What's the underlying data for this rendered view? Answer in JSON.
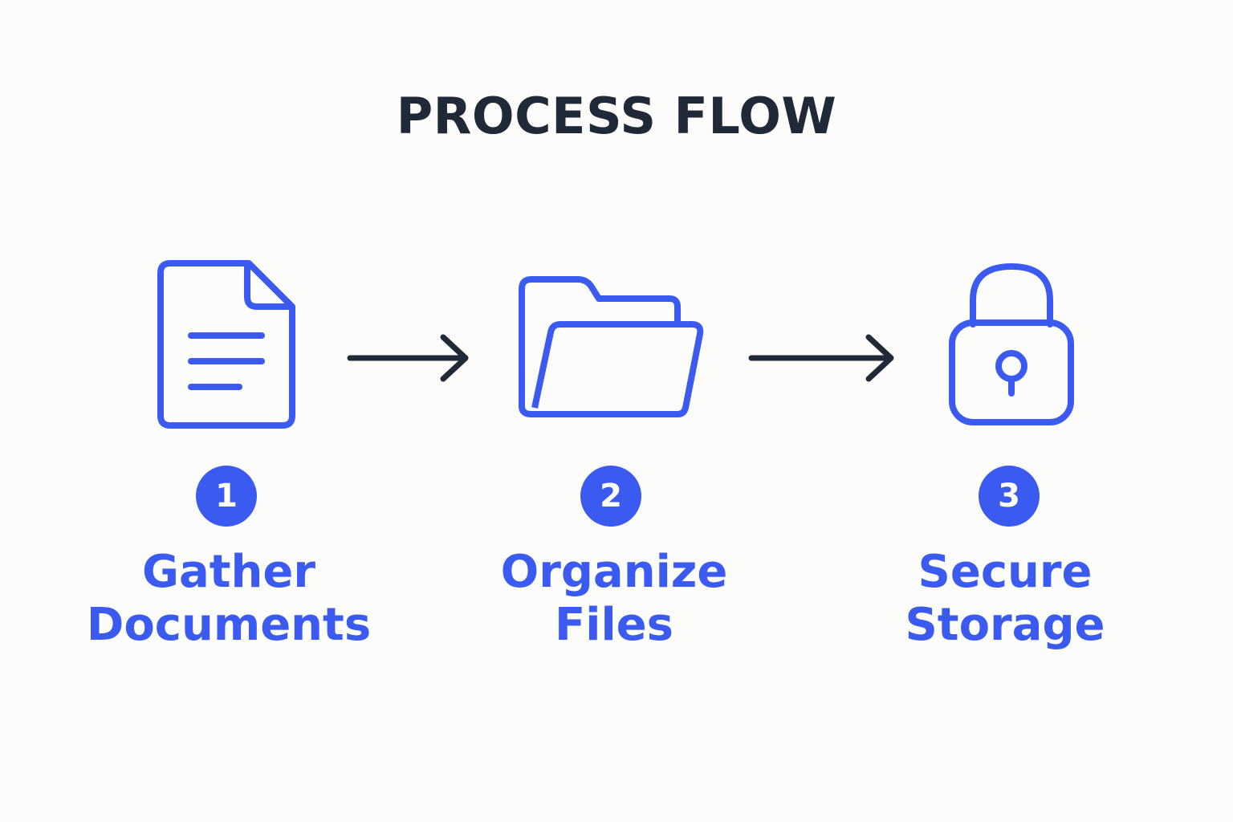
{
  "title": "PROCESS FLOW",
  "colors": {
    "accent": "#3b5bf0",
    "title": "#1f2937",
    "arrow": "#1f2937",
    "background": "#fcfcfa"
  },
  "steps": [
    {
      "number": "1",
      "label_line1": "Gather",
      "label_line2": "Documents",
      "icon": "document-icon"
    },
    {
      "number": "2",
      "label_line1": "Organize",
      "label_line2": "Files",
      "icon": "folder-icon"
    },
    {
      "number": "3",
      "label_line1": "Secure",
      "label_line2": "Storage",
      "icon": "padlock-icon"
    }
  ]
}
